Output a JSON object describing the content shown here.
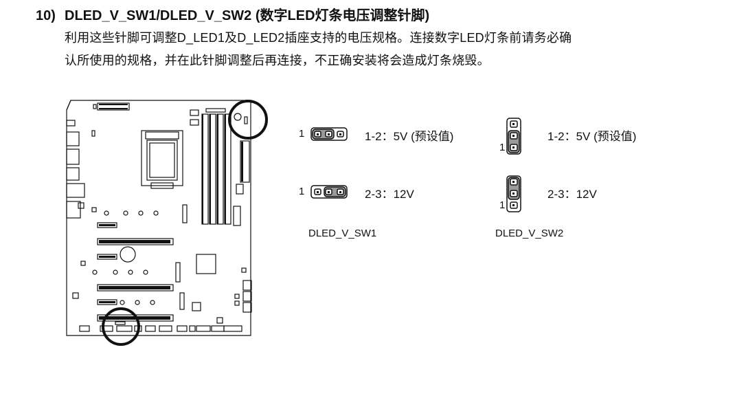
{
  "section": {
    "number": "10)",
    "title": "DLED_V_SW1/DLED_V_SW2 (数字LED灯条电压调整针脚)"
  },
  "description": {
    "line1": "利用这些针脚可调整D_LED1及D_LED2插座支持的电压规格。连接数字LED灯条前请务必确",
    "line2": "认所使用的规格，并在此针脚调整后再连接，不正确安装将会造成灯条烧毁。"
  },
  "jumpers": [
    {
      "name": "DLED_V_SW1",
      "orientation": "horizontal",
      "settings": [
        {
          "pin_label": "1",
          "text": "1-2：5V (预设值)",
          "shorted": "1-2"
        },
        {
          "pin_label": "1",
          "text": "2-3：12V",
          "shorted": "2-3"
        }
      ]
    },
    {
      "name": "DLED_V_SW2",
      "orientation": "vertical",
      "settings": [
        {
          "pin_label": "1",
          "text": "1-2：5V (预设值)",
          "shorted": "1-2"
        },
        {
          "pin_label": "1",
          "text": "2-3：12V",
          "shorted": "2-3"
        }
      ]
    }
  ],
  "colors": {
    "jumper_cap": "#9a9a9a",
    "line": "#111111",
    "highlight_circle": "#111111"
  }
}
